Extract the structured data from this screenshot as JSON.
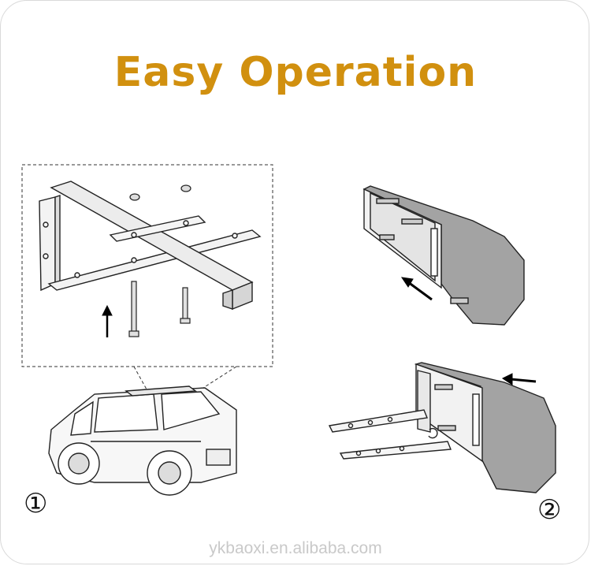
{
  "title": "Easy Operation",
  "steps": [
    {
      "number": "①",
      "illustration": "bracket-mounting-on-roof-rack"
    },
    {
      "number": "②",
      "illustration": "awning-attach-to-bracket"
    }
  ],
  "watermark": "ykbaoxi.en.alibaba.com",
  "colors": {
    "title": "#d1900f",
    "line": "#222222",
    "fill_light": "#eeeeee",
    "fill_dark": "#a0a0a0"
  },
  "icons": [
    "arrow-up-icon",
    "arrow-left-icon",
    "bolt-icon",
    "nut-icon",
    "car-icon",
    "awning-icon",
    "bracket-icon"
  ]
}
